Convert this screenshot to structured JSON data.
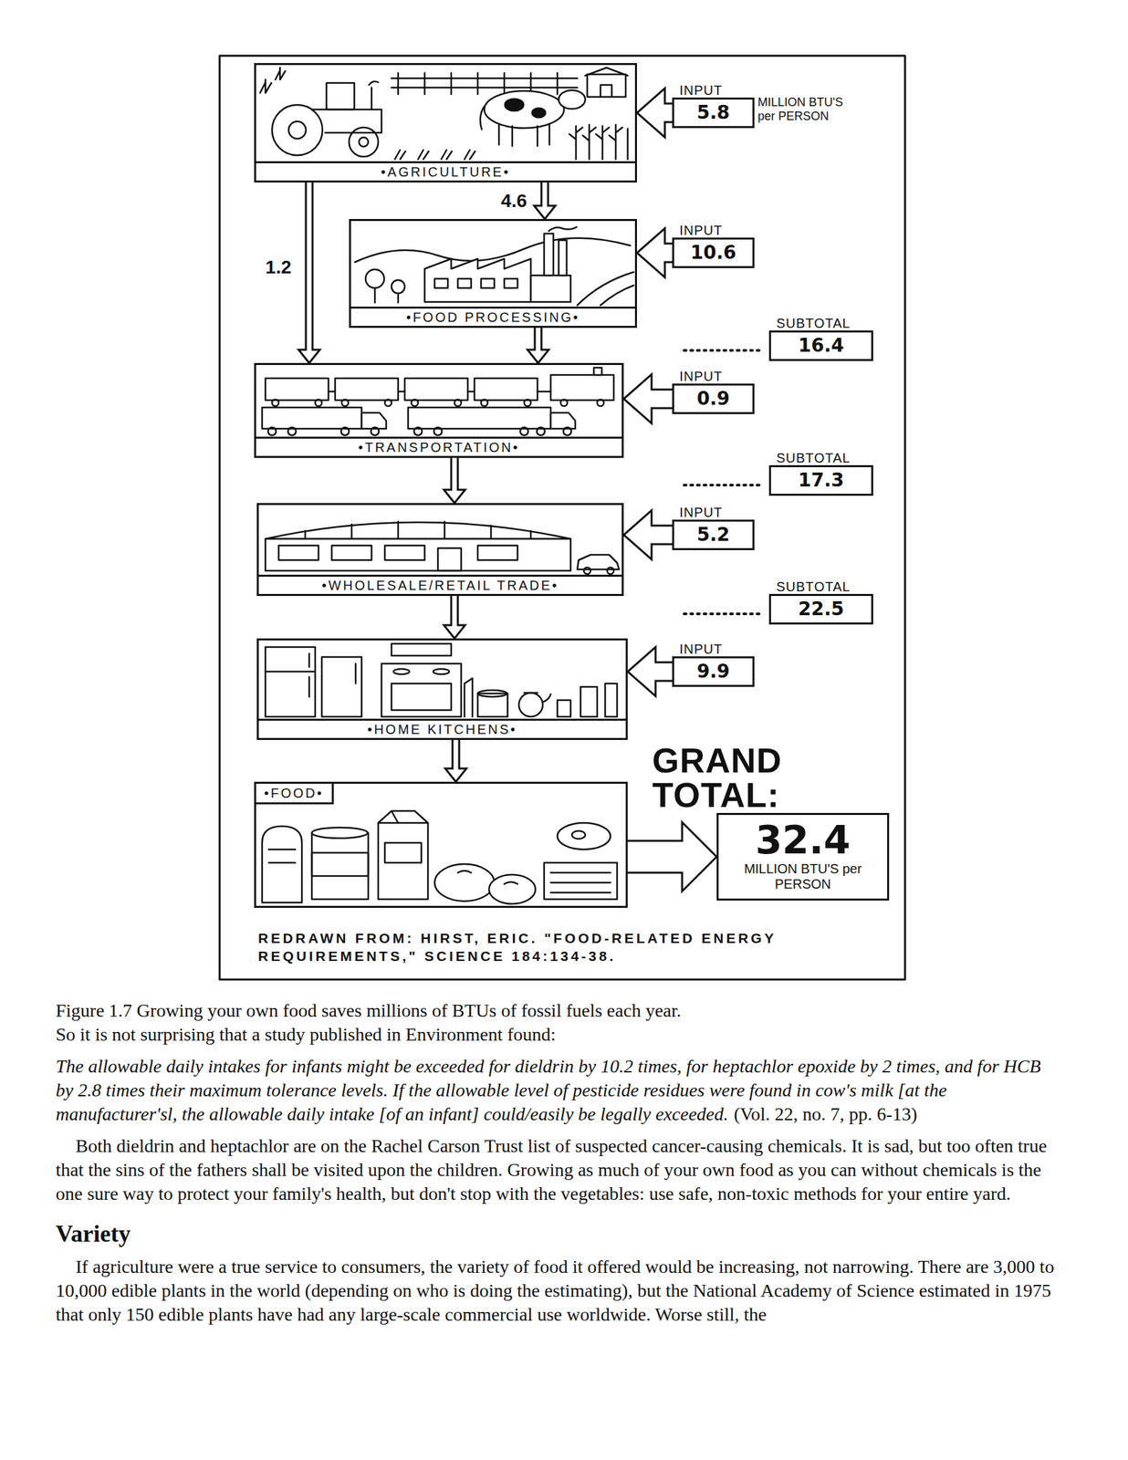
{
  "diagram": {
    "caption": "Figure 1.7 Growing your own food saves millions of BTUs of fossil fuels each year.",
    "nodes": [
      {
        "text": [
          "•AGRICULTURE•"
        ]
      },
      {
        "text": [
          "INPUT",
          "5.8",
          "MILLION BTU'S per PERSON"
        ]
      },
      {
        "text": [
          "•FOOD PROCESSING•"
        ]
      },
      {
        "text": [
          "INPUT",
          "10.6"
        ]
      },
      {
        "text": [
          "SUBTOTAL",
          "16.4"
        ]
      },
      {
        "text": [
          "•TRANSPORTATION•"
        ]
      },
      {
        "text": [
          "INPUT",
          "0.9"
        ]
      },
      {
        "text": [
          "SUBTOTAL",
          "17.3"
        ]
      },
      {
        "text": [
          "•WHOLESALE/RETAIL TRADE•"
        ]
      },
      {
        "text": [
          "INPUT",
          "5.2"
        ]
      },
      {
        "text": [
          "SUBTOTAL",
          "22.5"
        ]
      },
      {
        "text": [
          "•HOME KITCHENS•"
        ]
      },
      {
        "text": [
          "INPUT",
          "9.9"
        ]
      },
      {
        "text": [
          "•FOOD•"
        ]
      },
      {
        "text": [
          "GRAND TOTAL:",
          "32.4",
          "MILLION BTU'S per PERSON"
        ]
      }
    ],
    "edges": [
      {
        "from": 0,
        "to": 2,
        "label": "4.6",
        "arrow": "to"
      },
      {
        "from": 0,
        "to": 5,
        "label": "1.2",
        "arrow": "to"
      },
      {
        "from": 2,
        "to": 5,
        "arrow": "to"
      },
      {
        "from": 5,
        "to": 8,
        "arrow": "to"
      },
      {
        "from": 8,
        "to": 11,
        "arrow": "to"
      },
      {
        "from": 11,
        "to": 13,
        "arrow": "to"
      },
      {
        "from": 13,
        "to": 14,
        "arrow": "to"
      },
      {
        "from": 1,
        "to": 0,
        "arrow": "to"
      },
      {
        "from": 3,
        "to": 2,
        "arrow": "to"
      },
      {
        "from": 6,
        "to": 5,
        "arrow": "to"
      },
      {
        "from": 9,
        "to": 8,
        "arrow": "to"
      },
      {
        "from": 12,
        "to": 11,
        "arrow": "to"
      }
    ],
    "labels": [
      "REDRAWN FROM: HIRST, ERIC. \"FOOD-RELATED ENERGY REQUIREMENTS,\" SCIENCE 184:134-38.",
      "So it is not surprising that a study published in Environment found:",
      "The allowable daily intakes for infants might be exceeded for dieldrin by 10.2 times, for heptachlor epoxide by 2 times, and for HCB by 2.8 times their maximum tolerance levels. If the allowable level of pesticide residues were found in cow's milk [at the manufacturer'sl, the allowable daily intake [of an infant] could/easily be legally exceeded.",
      "(Vol. 22, no. 7, pp. 6-13)",
      "Both dieldrin and heptachlor are on the Rachel Carson Trust list of suspected cancer-causing chemicals. It is sad, but too often true that the sins of the fathers shall be visited upon the children. Growing as much of your own food as you can without chemicals is the one sure way to protect your family's health, but don't stop with the vegetables: use safe, non-toxic methods for your entire yard.",
      "Variety",
      "If agriculture were a true service to consumers, the variety of food it offered would be increasing, not narrowing. There are 3,000 to 10,000 edible plants in the world (depending on who is doing the estimating), but the National Academy of Science estimated in 1975 that only 150 edible plants have had any large-scale commercial use worldwide. Worse still, the"
    ]
  }
}
